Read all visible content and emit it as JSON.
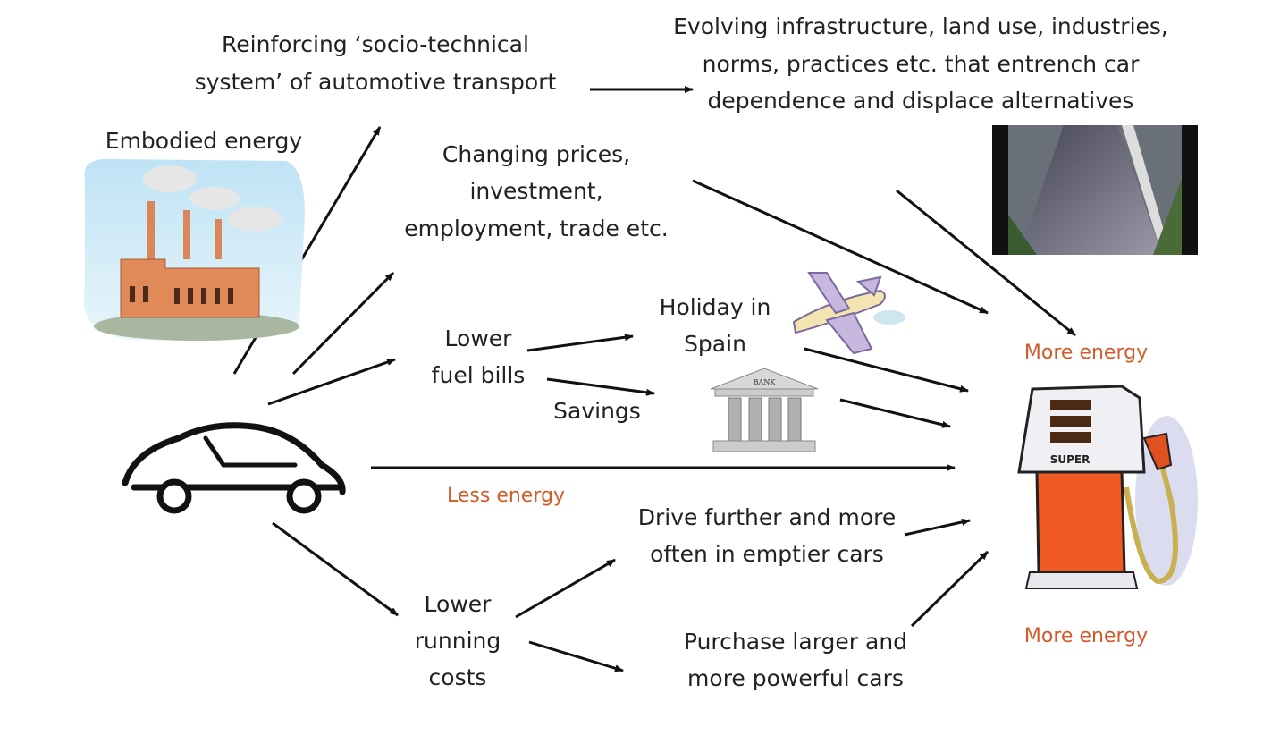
{
  "labels": {
    "socio_technical": [
      "Reinforcing ‘socio-technical",
      "system’ of automotive transport"
    ],
    "evolving": [
      "Evolving infrastructure, land use, industries,",
      "norms, practices etc. that entrench car",
      "dependence and displace alternatives"
    ],
    "embodied_energy": "Embodied energy",
    "changing_prices": [
      "Changing prices,",
      "investment,",
      "employment, trade etc."
    ],
    "lower_fuel_bills": [
      "Lower",
      "fuel bills"
    ],
    "holiday": [
      "Holiday in",
      "Spain"
    ],
    "savings": "Savings",
    "less_energy": "Less energy",
    "more_energy_top": "More energy",
    "more_energy_bottom": "More energy",
    "drive_further": [
      "Drive further and more",
      "often in emptier cars"
    ],
    "lower_running_costs": [
      "Lower",
      "running",
      "costs"
    ],
    "purchase_larger": [
      "Purchase larger and",
      "more powerful cars"
    ],
    "bank_sign": "BANK",
    "pump_sign": "SUPER"
  },
  "colors": {
    "accent": "#d35a2a",
    "text": "#222222"
  }
}
